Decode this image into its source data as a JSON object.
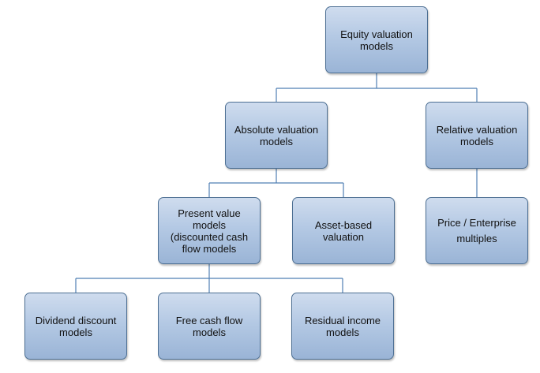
{
  "diagram": {
    "nodes": {
      "equity": {
        "line1": "Equity valuation",
        "line2": "models"
      },
      "absolute": {
        "line1": "Absolute valuation",
        "line2": "models"
      },
      "relative": {
        "line1": "Relative valuation",
        "line2": "models"
      },
      "present_value": {
        "line1": "Present value",
        "line2": "models",
        "line3": "(discounted cash",
        "line4": "flow models"
      },
      "asset_based": {
        "line1": "Asset-based",
        "line2": "valuation"
      },
      "price_multiples": {
        "line1": "Price / Enterprise",
        "line2": "multiples"
      },
      "dividend_discount": {
        "line1": "Dividend discount",
        "line2": "models"
      },
      "free_cash_flow": {
        "line1": "Free cash flow",
        "line2": "models"
      },
      "residual_income": {
        "line1": "Residual income",
        "line2": "models"
      }
    },
    "edges": [
      [
        "equity",
        "absolute"
      ],
      [
        "equity",
        "relative"
      ],
      [
        "absolute",
        "present_value"
      ],
      [
        "absolute",
        "asset_based"
      ],
      [
        "relative",
        "price_multiples"
      ],
      [
        "present_value",
        "dividend_discount"
      ],
      [
        "present_value",
        "free_cash_flow"
      ],
      [
        "present_value",
        "residual_income"
      ]
    ],
    "colors": {
      "connector": "#4f7fb4",
      "box_border": "#4d6f93",
      "box_fill_top": "#cfdcee",
      "box_fill_bottom": "#9ab4d6"
    }
  }
}
